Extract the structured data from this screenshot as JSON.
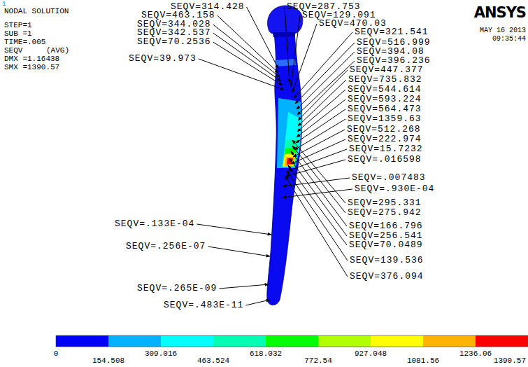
{
  "diagram": {
    "labels": [
      "1",
      "NODAL SOLUTION",
      "STEP=1",
      "SUB =1",
      "TIME=.005",
      "SEQV",
      "(AVG)",
      "DMX =1.16438",
      "SMX =1390.57",
      "ANSYS",
      "MAY 16 2013",
      "09:35:44",
      "SEQV=314.428",
      "SEQV=463.158",
      "SEQV=344.028",
      "SEQV=342.537",
      "SEQV=70.2536",
      "SEQV=39.973",
      "SEQV=287.753",
      "SEQV=129.091",
      "SEQV=470.03",
      "SEQV=321.541",
      "SEQV=516.999",
      "SEQV=394.08",
      "SEQV=396.236",
      "SEQV=447.377",
      "SEQV=735.832",
      "SEQV=544.614",
      "SEQV=593.224",
      "SEQV=564.473",
      "SEQV=1359.63",
      "SEQV=512.268",
      "SEQV=222.974",
      "SEQV=15.7232",
      "SEQV=.016598",
      "SEQV=.007483",
      "SEQV=.930E-04",
      "SEQV=295.331",
      "SEQV=275.942",
      "SEQV=166.796",
      "SEQV=256.541",
      "SEQV=70.0489",
      "SEQV=139.536",
      "SEQV=376.094",
      "SEQV=.133E-04",
      "SEQV=.256E-07",
      "SEQV=.265E-09",
      "SEQV=.483E-11",
      "0",
      "154.508",
      "309.016",
      "463.524",
      "618.032",
      "772.54",
      "927.048",
      "1081.56",
      "1236.06",
      "1390.57"
    ]
  }
}
